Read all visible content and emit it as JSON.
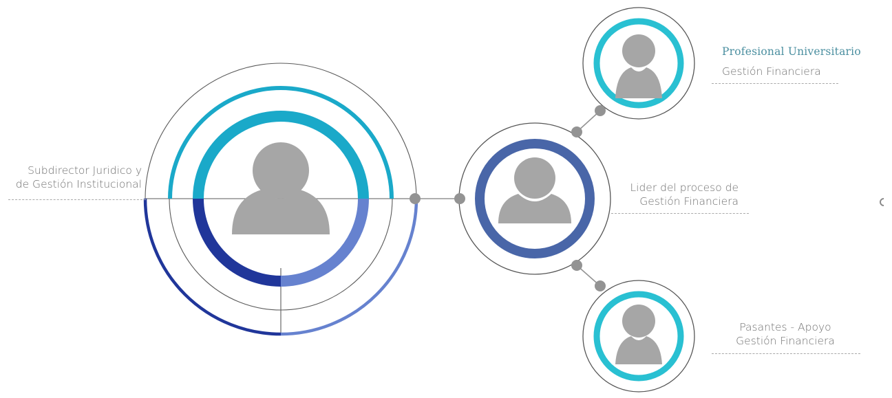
{
  "colors": {
    "teal": "#1aa9c9",
    "cyan": "#29c0d2",
    "navy": "#20369a",
    "royal": "#3f64b3",
    "periwinkle": "#6682cf",
    "steel_blue": "#4966a8",
    "gray_avatar": "#a6a6a6",
    "outline": "#555555",
    "connector": "#939393",
    "label_text": "#6f6f6f",
    "title_text": "#4b8fa0"
  },
  "nodes": {
    "main": {
      "label_line1": "Subdirector Juridico y",
      "label_line2": "de Gestión Institucional",
      "icon": "user-avatar-icon"
    },
    "leader": {
      "label_line1": "Lider del proceso de",
      "label_line2": "Gestión Financiera",
      "icon": "user-avatar-icon"
    },
    "top": {
      "title": "Profesional Universitario",
      "subtitle": "Gestión Financiera",
      "icon": "user-avatar-icon"
    },
    "bottom": {
      "label_line1": "Pasantes - Apoyo",
      "label_line2": "Gestión Financiera",
      "icon": "user-avatar-icon"
    }
  }
}
